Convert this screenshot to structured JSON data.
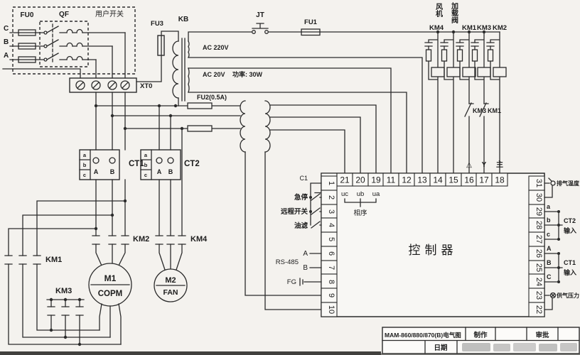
{
  "meta": {
    "background": "#f4f2ee",
    "ink": "#2b2b2b",
    "cell_fill": "#faf9f6",
    "watermark_gray": "#9a9a9a"
  },
  "supply": {
    "phases": [
      "C",
      "B",
      "A"
    ],
    "fu0": "FU0",
    "qf": "QF",
    "user_switch": "用户开关",
    "xt0": "XT0"
  },
  "power": {
    "fu3": "FU3",
    "kb": "KB",
    "ac220": "AC 220V",
    "jt": "JT",
    "fu1": "FU1",
    "ac20": "AC 20V",
    "rating": "功率: 30W",
    "fu2": "FU2(0.5A)"
  },
  "relays": {
    "fan": "风机",
    "load_valve": "加载阀",
    "km4": "KM4",
    "km1": "KM1",
    "km3": "KM3",
    "km2": "KM2",
    "nc_km3": "KM3",
    "nc_km1": "KM1",
    "delta": "△",
    "star": "Y",
    "main": "主"
  },
  "motors": {
    "ct1": "CT1",
    "ct2": "CT2",
    "cells": [
      "a",
      "b",
      "c"
    ],
    "terms": [
      "A",
      "B"
    ],
    "km1": "KM1",
    "km2": "KM2",
    "km3": "KM3",
    "km4": "KM4",
    "m1": "M1",
    "m1_type": "COPM",
    "m2": "M2",
    "m2_type": "FAN"
  },
  "controller": {
    "title": "控制器",
    "top": [
      "21",
      "20",
      "19",
      "11",
      "12",
      "13",
      "14",
      "15",
      "16",
      "17",
      "18"
    ],
    "left": [
      "1",
      "2",
      "3",
      "4",
      "5",
      "6",
      "7",
      "8",
      "9",
      "10"
    ],
    "right": [
      "31",
      "30",
      "29",
      "28",
      "27",
      "26",
      "25",
      "24",
      "23",
      "22"
    ],
    "phase_sense": [
      "uc",
      "ub",
      "ua"
    ],
    "phase_seq": "相序",
    "c1": "C1",
    "estop": "急停",
    "remote": "远程开关",
    "oil_filter": "油滤",
    "rs485": "RS-485",
    "a": "A",
    "b": "B",
    "fg": "FG",
    "exhaust_temp": "排气温度",
    "ct2_in_terms": [
      "a",
      "b",
      "c"
    ],
    "ct2_in_title": "CT2",
    "ct2_in_sub": "输入",
    "ct1_in_terms": [
      "A",
      "B",
      "C"
    ],
    "ct1_in_title": "CT1",
    "ct1_in_sub": "输入",
    "supply_pressure": "供气压力"
  },
  "title_block": {
    "title": "MAM-860/880/870(B)电气图",
    "maker": "制作",
    "approver": "审批",
    "date": "日期"
  }
}
